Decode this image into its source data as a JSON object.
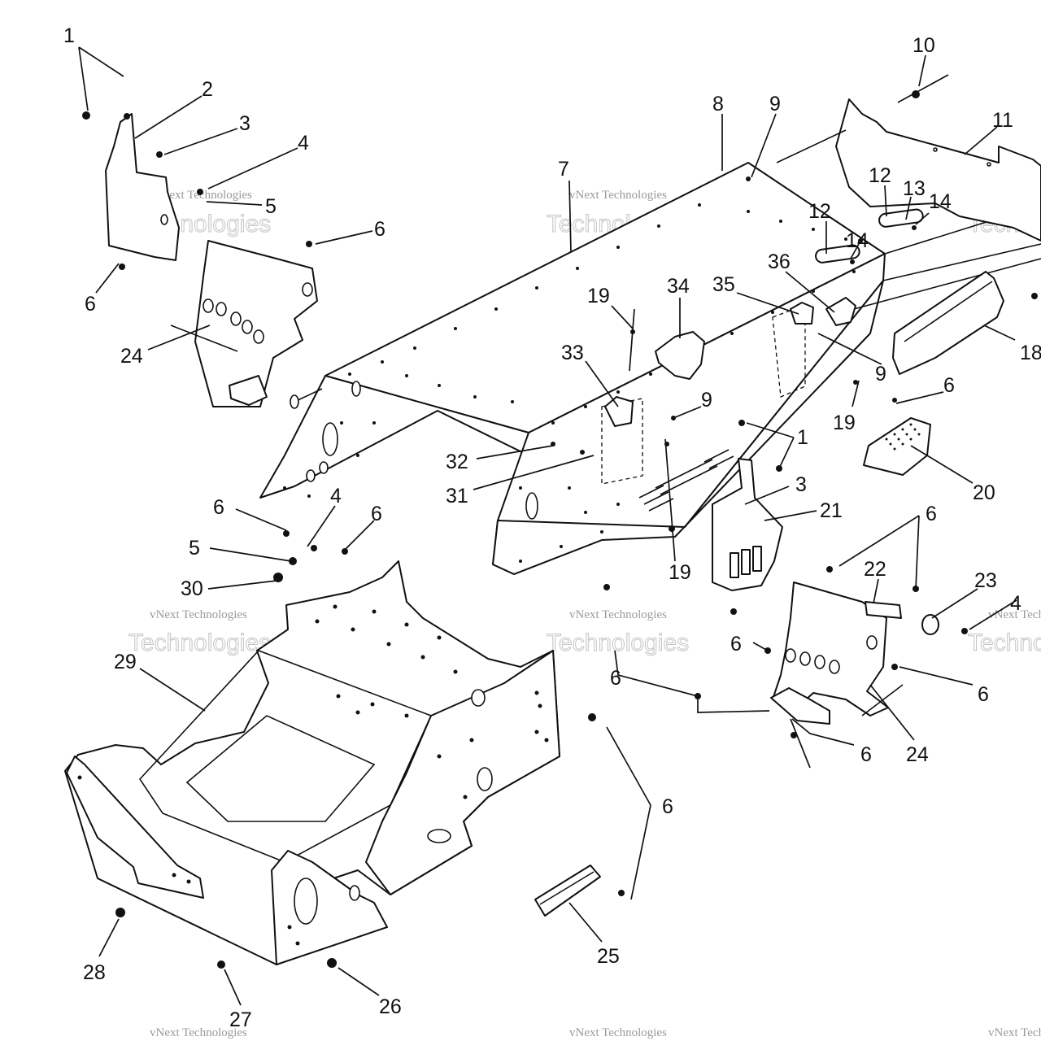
{
  "watermark": {
    "brand": "vNext",
    "line1": "vNext Technologies",
    "line2": "Technologies"
  },
  "callouts": [
    {
      "id": "c1a",
      "label": "1"
    },
    {
      "id": "c2",
      "label": "2"
    },
    {
      "id": "c3a",
      "label": "3"
    },
    {
      "id": "c4a",
      "label": "4"
    },
    {
      "id": "c5a",
      "label": "5"
    },
    {
      "id": "c6a",
      "label": "6"
    },
    {
      "id": "c6b",
      "label": "6"
    },
    {
      "id": "c24a",
      "label": "24"
    },
    {
      "id": "c7",
      "label": "7"
    },
    {
      "id": "c8",
      "label": "8"
    },
    {
      "id": "c9a",
      "label": "9"
    },
    {
      "id": "c10",
      "label": "10"
    },
    {
      "id": "c11",
      "label": "11"
    },
    {
      "id": "c12a",
      "label": "12"
    },
    {
      "id": "c13",
      "label": "13"
    },
    {
      "id": "c14a",
      "label": "14"
    },
    {
      "id": "c12b",
      "label": "12"
    },
    {
      "id": "c14b",
      "label": "14"
    },
    {
      "id": "c36",
      "label": "36"
    },
    {
      "id": "c35",
      "label": "35"
    },
    {
      "id": "c34",
      "label": "34"
    },
    {
      "id": "c19a",
      "label": "19"
    },
    {
      "id": "c18",
      "label": "18"
    },
    {
      "id": "c9b",
      "label": "9"
    },
    {
      "id": "c33",
      "label": "33"
    },
    {
      "id": "c9c",
      "label": "9"
    },
    {
      "id": "c19b",
      "label": "19"
    },
    {
      "id": "c6c",
      "label": "6"
    },
    {
      "id": "c20",
      "label": "20"
    },
    {
      "id": "c32",
      "label": "32"
    },
    {
      "id": "c31",
      "label": "31"
    },
    {
      "id": "c1b",
      "label": "1"
    },
    {
      "id": "c3b",
      "label": "3"
    },
    {
      "id": "c21",
      "label": "21"
    },
    {
      "id": "c19c",
      "label": "19"
    },
    {
      "id": "c6d",
      "label": "6"
    },
    {
      "id": "c4b",
      "label": "4"
    },
    {
      "id": "c6e",
      "label": "6"
    },
    {
      "id": "c5b",
      "label": "5"
    },
    {
      "id": "c30",
      "label": "30"
    },
    {
      "id": "c29",
      "label": "29"
    },
    {
      "id": "c6f",
      "label": "6"
    },
    {
      "id": "c22",
      "label": "22"
    },
    {
      "id": "c23",
      "label": "23"
    },
    {
      "id": "c4c",
      "label": "4"
    },
    {
      "id": "c6g",
      "label": "6"
    },
    {
      "id": "c6h",
      "label": "6"
    },
    {
      "id": "c6i",
      "label": "6"
    },
    {
      "id": "c6j",
      "label": "6"
    },
    {
      "id": "c24b",
      "label": "24"
    },
    {
      "id": "c6k",
      "label": "6"
    },
    {
      "id": "c28",
      "label": "28"
    },
    {
      "id": "c27",
      "label": "27"
    },
    {
      "id": "c26",
      "label": "26"
    },
    {
      "id": "c25",
      "label": "25"
    }
  ]
}
